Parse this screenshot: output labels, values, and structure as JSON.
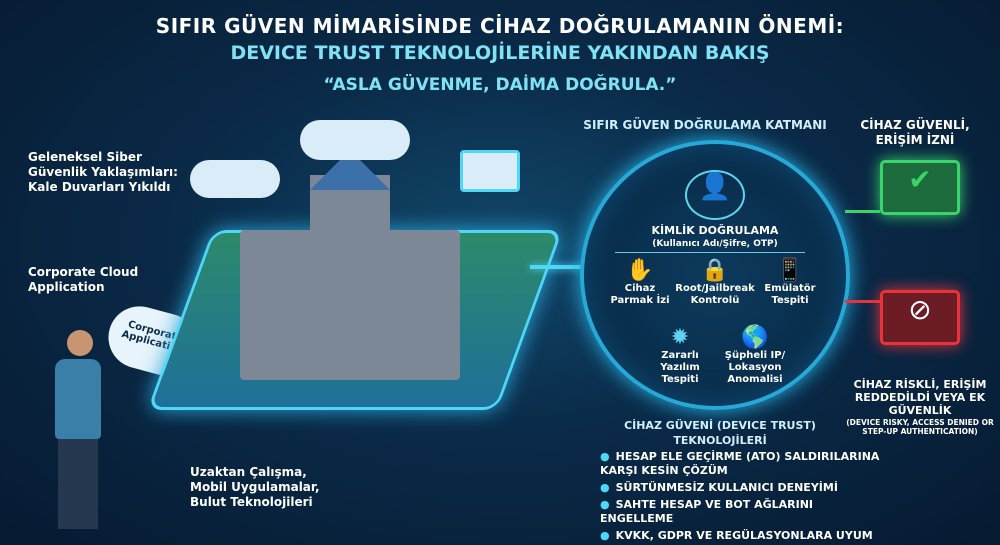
{
  "header": {
    "title_line1": "SIFIR GÜVEN MİMARİSİNDE CİHAZ DOĞRULAMANIN ÖNEMİ:",
    "title_line2": "DEVICE TRUST TEKNOLOJİLERİNE YAKINDAN BAKIŞ",
    "quote": "“ASLA GÜVENME, DAİMA DOĞRULA.”"
  },
  "left": {
    "traditional": "Geleneksel Siber Güvenlik Yaklaşımları: Kale Duvarları Yıkıldı",
    "corporate": "Corporate Cloud Application",
    "cloud_badge": "Corporate Application",
    "remote": "Uzaktan Çalışma, Mobil Uygulamalar, Bulut Teknolojileri"
  },
  "layer": {
    "title": "SIFIR GÜVEN DOĞRULAMA KATMANI",
    "identity_title": "KİMLİK DOĞRULAMA",
    "identity_sub": "(Kullanıcı Adı/Şifre, OTP)",
    "checks": [
      {
        "label": "Cihaz Parmak İzi",
        "icon": "fingerprint-icon"
      },
      {
        "label": "Root/Jailbreak Kontrolü",
        "icon": "lock-icon"
      },
      {
        "label": "Emülatör Tespiti",
        "icon": "phone-icon"
      },
      {
        "label": "Zararlı Yazılım Tespiti",
        "icon": "virus-icon"
      },
      {
        "label": "Şüpheli IP/ Lokasyon Anomalisi",
        "icon": "world-map-icon"
      }
    ]
  },
  "device_trust": {
    "title": "CİHAZ GÜVENİ (DEVICE TRUST) TEKNOLOJİLERİ",
    "bullets": [
      "HESAP ELE GEÇİRME (ATO) SALDIRILARINA KARŞI KESİN ÇÖZÜM",
      "SÜRTÜNMESİZ KULLANICI DENEYİMİ",
      "SAHTE HESAP VE BOT AĞLARINI ENGELLEME",
      "KVKK, GDPR VE REGÜLASYONLARA UYUM"
    ]
  },
  "outcomes": {
    "ok": "CİHAZ GÜVENLİ, ERİŞİM İZNİ",
    "risk": "CİHAZ RİSKLİ, ERİŞİM REDDEDİLDİ VEYA EK GÜVENLİK",
    "risk_sub": "(DEVICE RISKY, ACCESS DENIED OR STEP-UP AUTHENTICATION)"
  },
  "colors": {
    "accent": "#4fd7f7",
    "ok": "#3bd46a",
    "risk": "#e8333a"
  }
}
